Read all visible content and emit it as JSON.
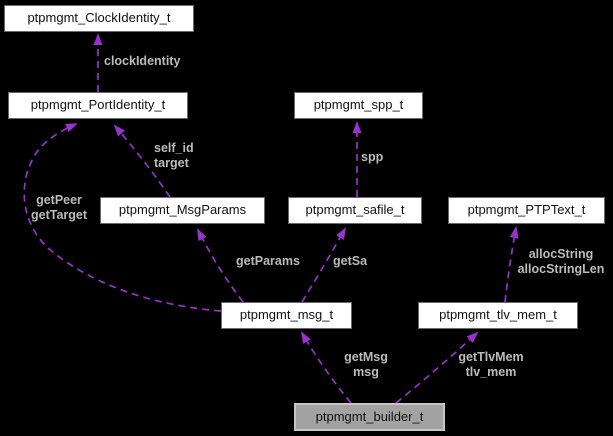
{
  "diagram": {
    "type": "collaboration-graph",
    "colors": {
      "bg": "#000000",
      "node_fill": "#ffffff",
      "node_border": "#6a6a6a",
      "node_text": "#111111",
      "hl_fill": "#a2a2a2",
      "hl_border": "#c6c6c6",
      "edge": "#9932cc",
      "label": "#bbbbbb"
    },
    "nodes": [
      {
        "label": "ptpmgmt_ClockIdentity_t",
        "highlighted": false
      },
      {
        "label": "ptpmgmt_PortIdentity_t",
        "highlighted": false
      },
      {
        "label": "ptpmgmt_spp_t",
        "highlighted": false
      },
      {
        "label": "ptpmgmt_MsgParams",
        "highlighted": false
      },
      {
        "label": "ptpmgmt_safile_t",
        "highlighted": false
      },
      {
        "label": "ptpmgmt_PTPText_t",
        "highlighted": false
      },
      {
        "label": "ptpmgmt_msg_t",
        "highlighted": false
      },
      {
        "label": "ptpmgmt_tlv_mem_t",
        "highlighted": false
      },
      {
        "label": "ptpmgmt_builder_t",
        "highlighted": true
      }
    ],
    "edges": [
      {
        "from": "ptpmgmt_PortIdentity_t",
        "to": "ptpmgmt_ClockIdentity_t",
        "label_lines": [
          "clockIdentity"
        ]
      },
      {
        "from": "ptpmgmt_MsgParams",
        "to": "ptpmgmt_PortIdentity_t",
        "label_lines": [
          "self_id",
          "target"
        ]
      },
      {
        "from": "ptpmgmt_msg_t",
        "to": "ptpmgmt_PortIdentity_t",
        "label_lines": [
          "getPeer",
          "getTarget"
        ]
      },
      {
        "from": "ptpmgmt_safile_t",
        "to": "ptpmgmt_spp_t",
        "label_lines": [
          "spp"
        ]
      },
      {
        "from": "ptpmgmt_msg_t",
        "to": "ptpmgmt_MsgParams",
        "label_lines": [
          "getParams"
        ]
      },
      {
        "from": "ptpmgmt_msg_t",
        "to": "ptpmgmt_safile_t",
        "label_lines": [
          "getSa"
        ]
      },
      {
        "from": "ptpmgmt_tlv_mem_t",
        "to": "ptpmgmt_PTPText_t",
        "label_lines": [
          "allocString",
          "allocStringLen"
        ]
      },
      {
        "from": "ptpmgmt_builder_t",
        "to": "ptpmgmt_msg_t",
        "label_lines": [
          "getMsg",
          "msg"
        ]
      },
      {
        "from": "ptpmgmt_builder_t",
        "to": "ptpmgmt_tlv_mem_t",
        "label_lines": [
          "getTlvMem",
          "tlv_mem"
        ]
      }
    ]
  }
}
